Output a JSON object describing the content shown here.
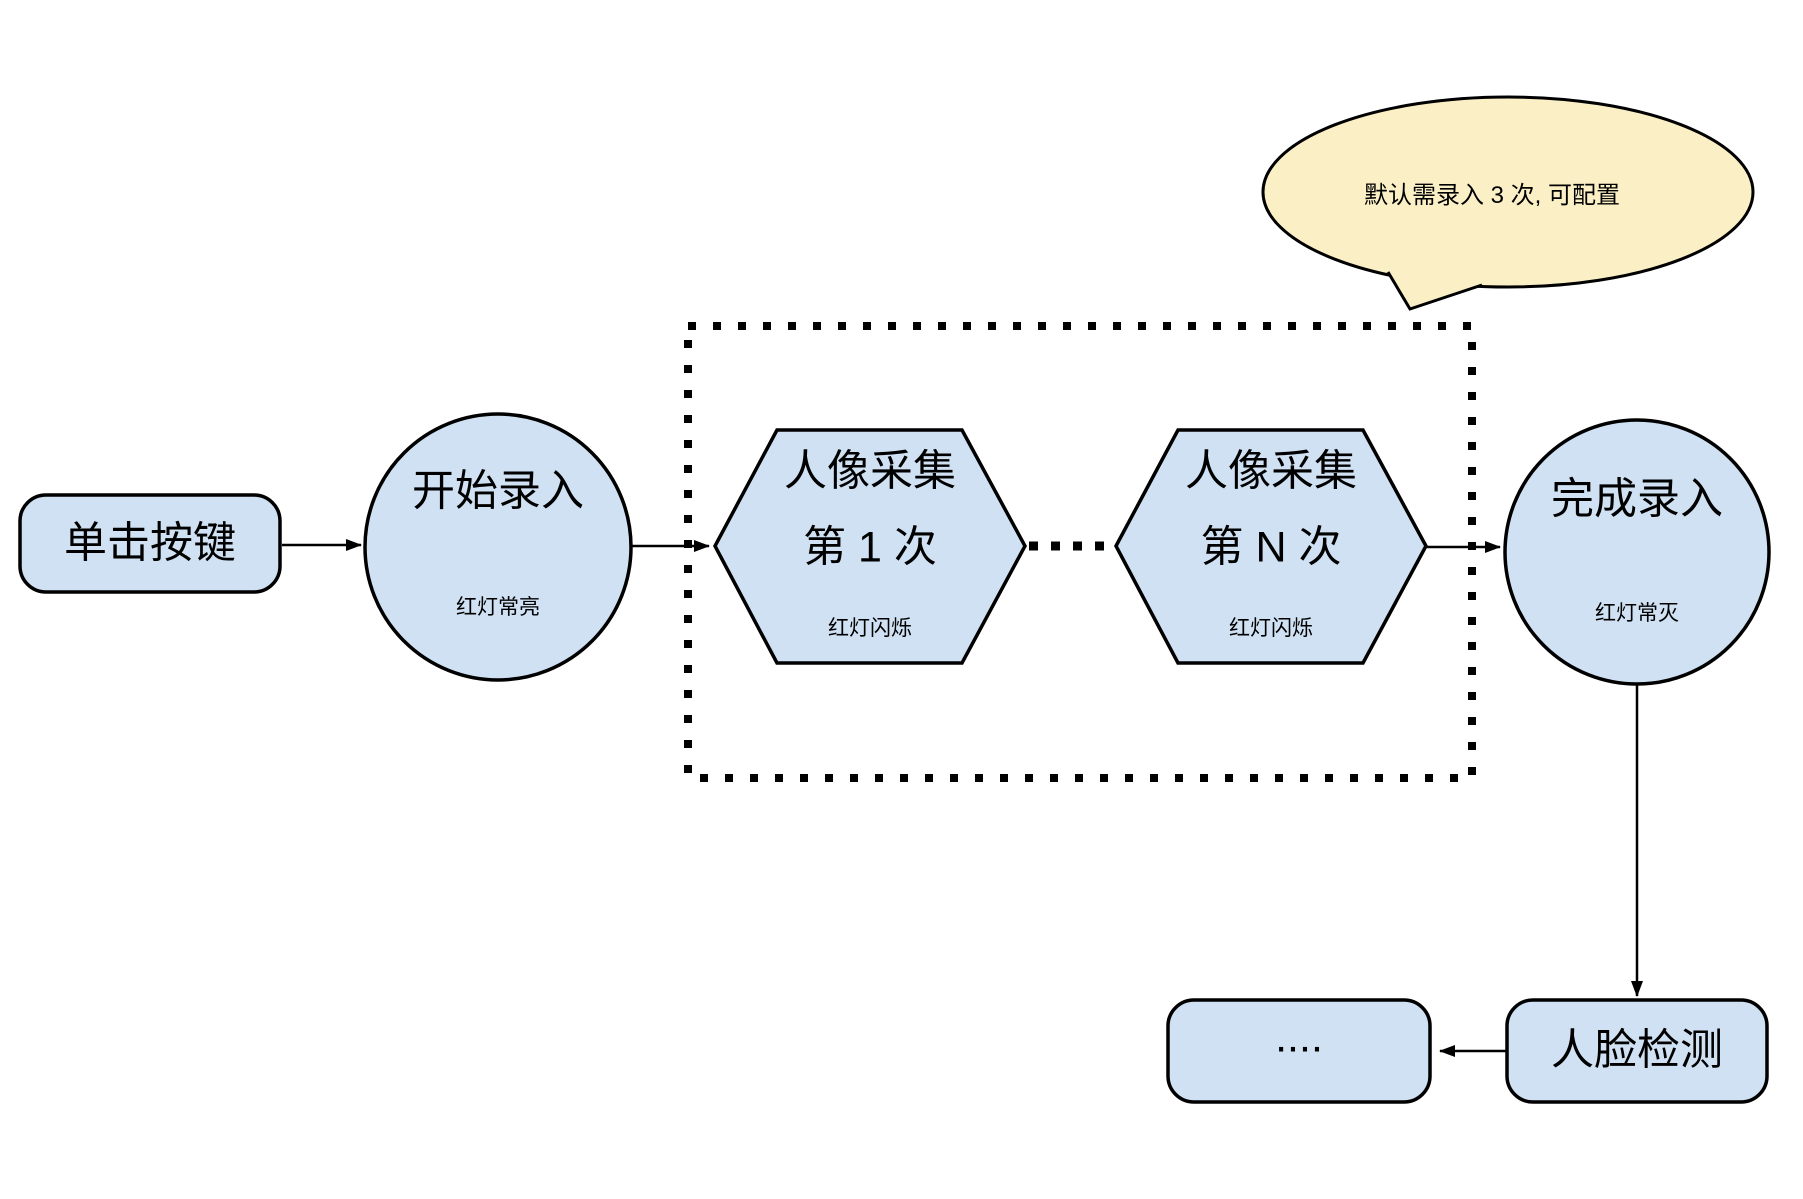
{
  "diagram": {
    "colors": {
      "node_fill": "#CFE1F3",
      "node_stroke": "#000000",
      "bubble_fill": "#FBEFC6",
      "line_color": "#000000"
    },
    "nodes": {
      "click_button": {
        "label": "单击按键"
      },
      "start_entry": {
        "title": "开始录入",
        "subtitle": "红灯常亮"
      },
      "capture_first": {
        "title": "人像采集",
        "line2": "第 1 次",
        "subtitle": "红灯闪烁"
      },
      "capture_nth": {
        "title": "人像采集",
        "line2": "第 N 次",
        "subtitle": "红灯闪烁"
      },
      "finish_entry": {
        "title": "完成录入",
        "subtitle": "红灯常灭"
      },
      "face_detect": {
        "label": "人脸检测"
      },
      "ellipsis_box": {
        "label": "...."
      }
    },
    "callout": {
      "text": "默认需录入 3 次, 可配置"
    }
  }
}
